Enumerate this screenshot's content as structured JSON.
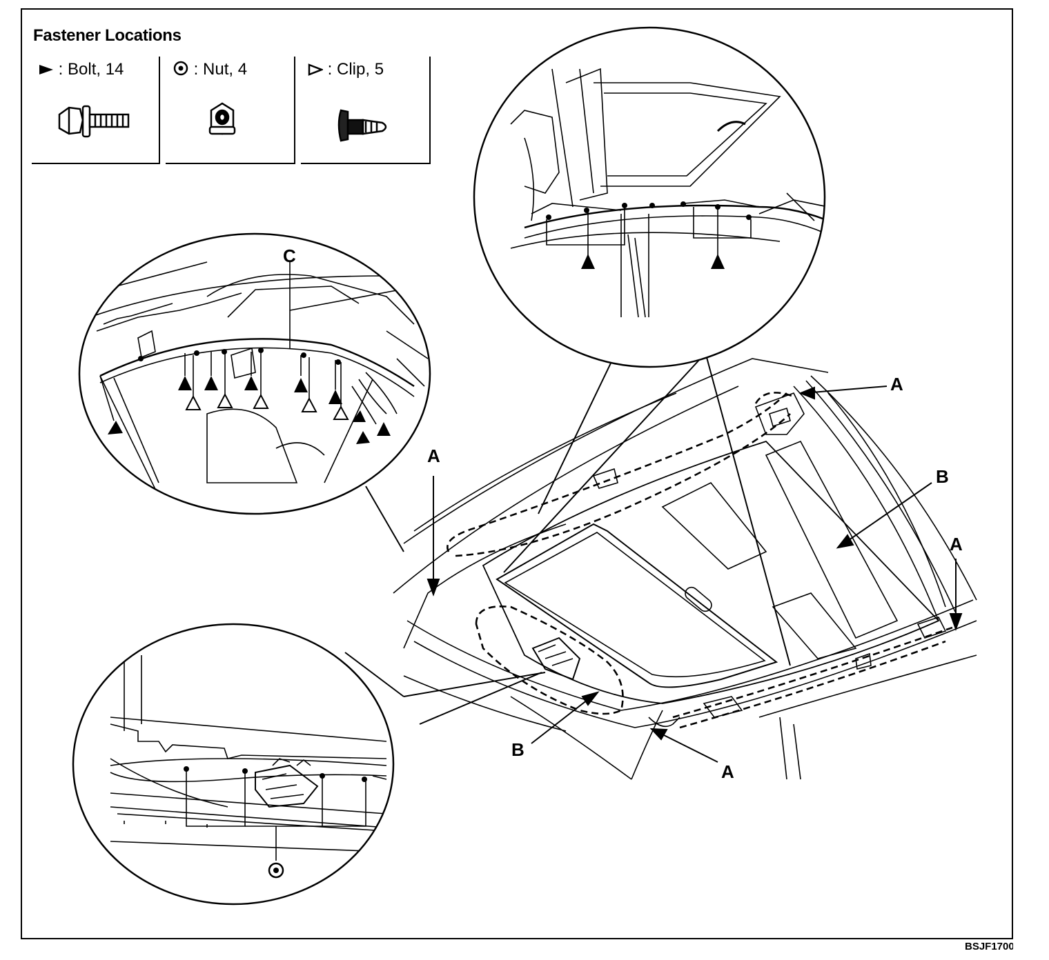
{
  "legend": {
    "title": "Fastener Locations",
    "items": [
      {
        "symbol": "filled-triangle-icon",
        "label": ": Bolt, 14",
        "part": "bolt"
      },
      {
        "symbol": "circle-dot-icon",
        "label": ": Nut, 4",
        "part": "nut"
      },
      {
        "symbol": "hollow-triangle-icon",
        "label": ": Clip, 5",
        "part": "clip"
      }
    ]
  },
  "callouts": {
    "a": "A",
    "b": "B",
    "c": "C"
  },
  "figure_code": "BSJF1700"
}
